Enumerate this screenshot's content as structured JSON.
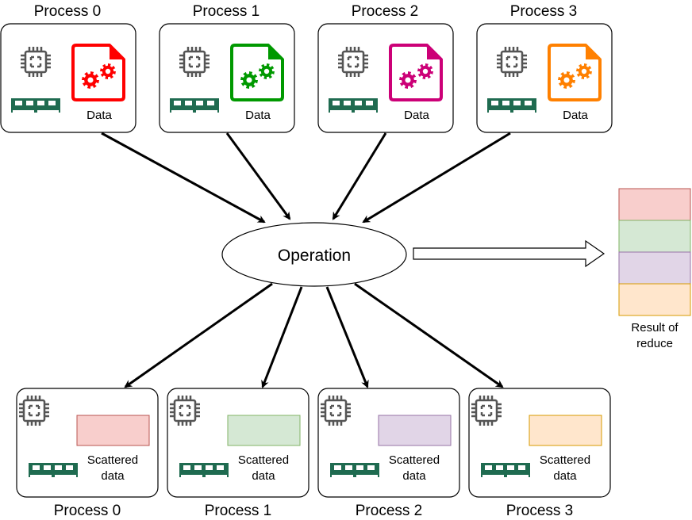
{
  "top_processes": [
    {
      "title": "Process 0",
      "data_label": "Data",
      "color": "#ff0000"
    },
    {
      "title": "Process 1",
      "data_label": "Data",
      "color": "#009900"
    },
    {
      "title": "Process 2",
      "data_label": "Data",
      "color": "#cc0077"
    },
    {
      "title": "Process 3",
      "data_label": "Data",
      "color": "#ff8000"
    }
  ],
  "operation": {
    "label": "Operation"
  },
  "result": {
    "label_line1": "Result of",
    "label_line2": "reduce",
    "segment_colors": [
      {
        "fill": "#f8cecc",
        "stroke": "#b85450"
      },
      {
        "fill": "#d5e8d4",
        "stroke": "#82b366"
      },
      {
        "fill": "#e1d5e7",
        "stroke": "#9673a6"
      },
      {
        "fill": "#ffe6cc",
        "stroke": "#d79b00"
      }
    ]
  },
  "bottom_processes": [
    {
      "title": "Process 0",
      "label_line1": "Scattered",
      "label_line2": "data",
      "fill": "#f8cecc",
      "stroke": "#b85450"
    },
    {
      "title": "Process 1",
      "label_line1": "Scattered",
      "label_line2": "data",
      "fill": "#d5e8d4",
      "stroke": "#82b366"
    },
    {
      "title": "Process 2",
      "label_line1": "Scattered",
      "label_line2": "data",
      "fill": "#e1d5e7",
      "stroke": "#9673a6"
    },
    {
      "title": "Process 3",
      "label_line1": "Scattered",
      "label_line2": "data",
      "fill": "#ffe6cc",
      "stroke": "#d79b00"
    }
  ]
}
